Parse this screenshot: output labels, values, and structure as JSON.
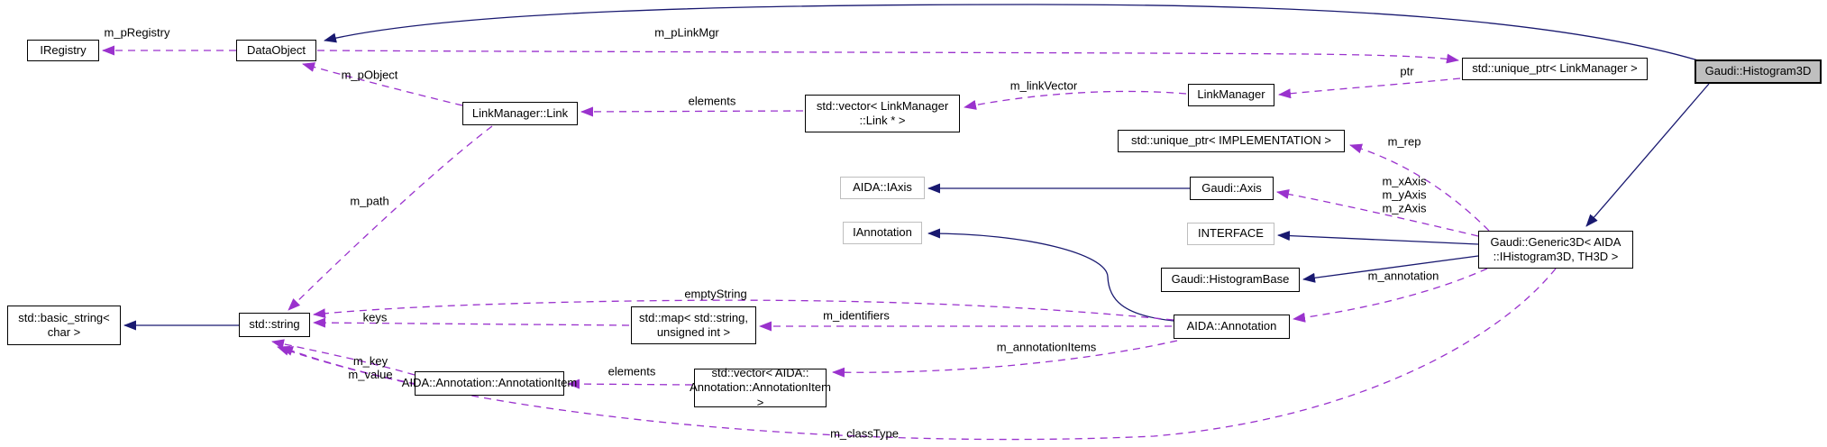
{
  "colors": {
    "inheritance_edge": "#191970",
    "usage_edge": "#9a32cd",
    "focus_node_fill": "#bfbfbf",
    "node_border": "#000000",
    "undocumented_node_border": "#bebebe"
  },
  "nodes": [
    {
      "id": "iregistry",
      "label": "IRegistry"
    },
    {
      "id": "dataobject",
      "label": "DataObject"
    },
    {
      "id": "linkmanager-link",
      "label": "LinkManager::Link"
    },
    {
      "id": "vector-linkmanager-link",
      "label": "std::vector< LinkManager\n::Link * >"
    },
    {
      "id": "linkmanager",
      "label": "LinkManager"
    },
    {
      "id": "unique-ptr-linkmanager",
      "label": "std::unique_ptr< LinkManager >"
    },
    {
      "id": "gaudi-histogram3d",
      "label": "Gaudi::Histogram3D"
    },
    {
      "id": "unique-ptr-implementation",
      "label": "std::unique_ptr< IMPLEMENTATION >"
    },
    {
      "id": "aida-iaxis",
      "label": "AIDA::IAxis"
    },
    {
      "id": "gaudi-axis",
      "label": "Gaudi::Axis"
    },
    {
      "id": "iannotation",
      "label": "IAnnotation"
    },
    {
      "id": "interface",
      "label": "INTERFACE"
    },
    {
      "id": "gaudi-histogrambase",
      "label": "Gaudi::HistogramBase"
    },
    {
      "id": "gaudi-generic3d",
      "label": "Gaudi::Generic3D< AIDA\n::IHistogram3D, TH3D >"
    },
    {
      "id": "basic-string-char",
      "label": "std::basic_string<\nchar >"
    },
    {
      "id": "std-string",
      "label": "std::string"
    },
    {
      "id": "map-string-uint",
      "label": "std::map< std::string,\nunsigned int >"
    },
    {
      "id": "aida-annotation",
      "label": "AIDA::Annotation"
    },
    {
      "id": "annotation-item",
      "label": "AIDA::Annotation::AnnotationItem"
    },
    {
      "id": "vector-annotation-item",
      "label": "std::vector< AIDA::\nAnnotation::AnnotationItem >"
    }
  ],
  "edge_labels": [
    {
      "id": "m-pregistry",
      "text": "m_pRegistry"
    },
    {
      "id": "m-plinkmgr",
      "text": "m_pLinkMgr"
    },
    {
      "id": "m-pobject",
      "text": "m_pObject"
    },
    {
      "id": "elements-link",
      "text": "elements"
    },
    {
      "id": "m-linkvector",
      "text": "m_linkVector"
    },
    {
      "id": "ptr",
      "text": "ptr"
    },
    {
      "id": "m-rep",
      "text": "m_rep"
    },
    {
      "id": "m-axes",
      "text": "m_xAxis\nm_yAxis\nm_zAxis"
    },
    {
      "id": "m-path",
      "text": "m_path"
    },
    {
      "id": "m-annotation",
      "text": "m_annotation"
    },
    {
      "id": "emptystring",
      "text": "emptyString"
    },
    {
      "id": "keys",
      "text": "keys"
    },
    {
      "id": "m-identifiers",
      "text": "m_identifiers"
    },
    {
      "id": "m-key-m-value",
      "text": "m_key\nm_value"
    },
    {
      "id": "elements-item",
      "text": "elements"
    },
    {
      "id": "m-annotationitems",
      "text": "m_annotationItems"
    },
    {
      "id": "m-classtype",
      "text": "m_classType"
    }
  ]
}
